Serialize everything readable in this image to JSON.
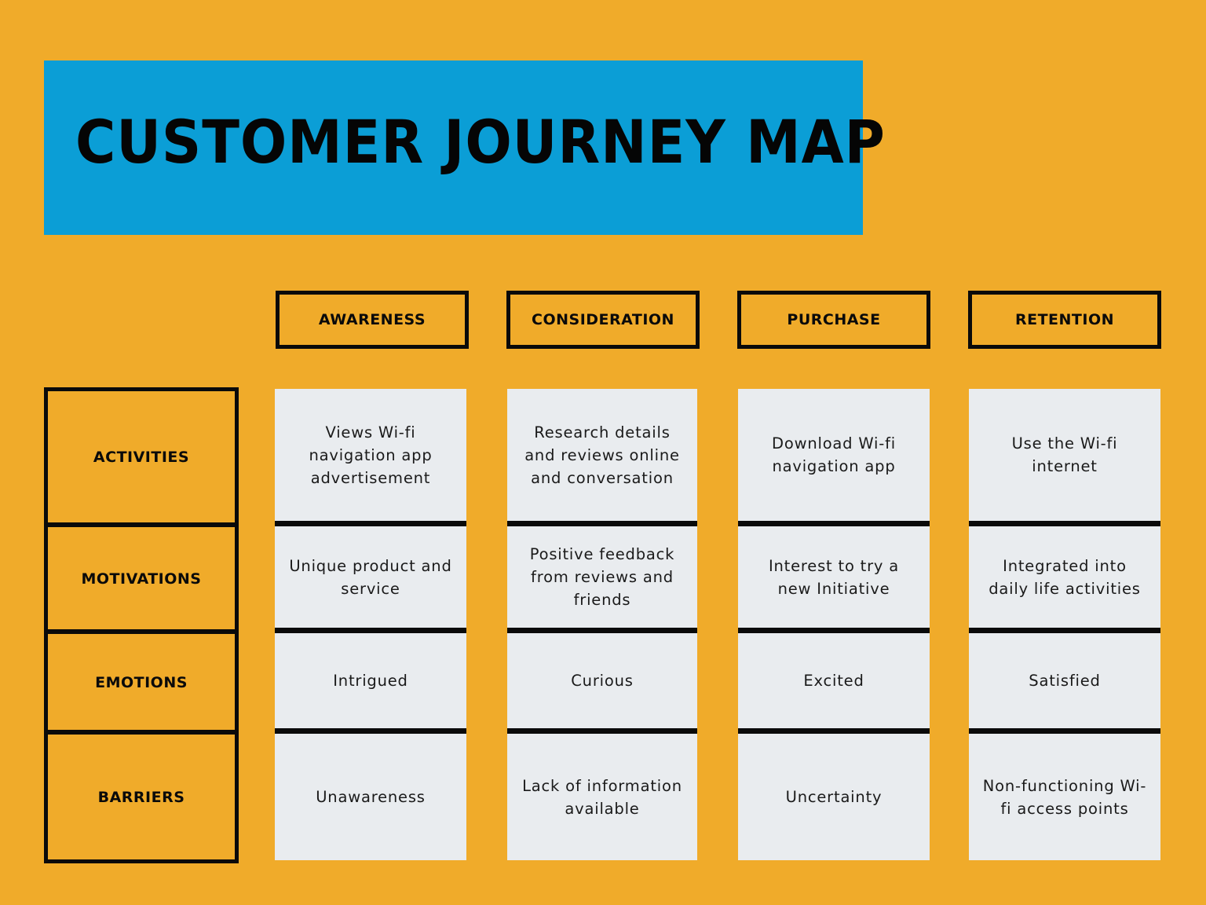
{
  "title": "CUSTOMER JOURNEY MAP",
  "colors": {
    "background": "#f0ab2a",
    "title_box": "#0b9ed6",
    "card": "#e9ecef",
    "border": "#0a0a0a"
  },
  "stages": [
    "AWARENESS",
    "CONSIDERATION",
    "PURCHASE",
    "RETENTION"
  ],
  "rows": [
    "ACTIVITIES",
    "MOTIVATIONS",
    "EMOTIONS",
    "BARRIERS"
  ],
  "cells": [
    [
      "Views Wi-fi navigation app advertisement",
      "Unique product and service",
      "Intrigued",
      "Unawareness"
    ],
    [
      "Research details and reviews online and conversation",
      "Positive feedback from reviews and friends",
      "Curious",
      "Lack of information available"
    ],
    [
      "Download Wi-fi navigation app",
      "Interest to try a new Initiative",
      "Excited",
      "Uncertainty"
    ],
    [
      "Use the Wi-fi internet",
      "Integrated into daily life activities",
      "Satisfied",
      "Non-functioning Wi-fi access points"
    ]
  ]
}
